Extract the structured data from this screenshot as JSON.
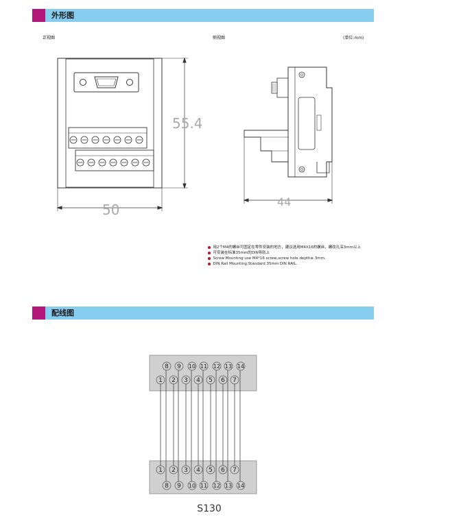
{
  "sections": {
    "outline": {
      "title": "外形图"
    },
    "wiring": {
      "title": "配线图"
    }
  },
  "views": {
    "front": "正视图",
    "side": "侧视图",
    "unit": "(单位:mm)"
  },
  "dimensions": {
    "front_height": "55.4",
    "front_width": "50",
    "side_width": "44"
  },
  "notes": [
    "用2个M4的螺丝可固定在零件安装的地方，建议选用M4X16的螺丝，螺纹孔深3mm以上",
    "可安装在标准35mm的DIN导轨上",
    "Screw Mounting:use M4*16 screw,screw hole depth≥ 3mm.",
    "DIN Rail Mounting:Standard 35mm DIN RAIL."
  ],
  "wiring": {
    "top_row_upper": [
      "8",
      "9",
      "10",
      "11",
      "12",
      "13",
      "14"
    ],
    "top_row_lower": [
      "1",
      "2",
      "3",
      "4",
      "5",
      "6",
      "7"
    ],
    "bottom_row_upper": [
      "1",
      "2",
      "3",
      "4",
      "5",
      "6",
      "7"
    ],
    "bottom_row_lower": [
      "8",
      "9",
      "10",
      "11",
      "12",
      "13",
      "14"
    ]
  },
  "model": "S130",
  "colors": {
    "header_bar": "#86cdf0",
    "header_tab": "#b3177a",
    "bullet": "#c8102e",
    "block_fill": "#d0d0d0"
  }
}
